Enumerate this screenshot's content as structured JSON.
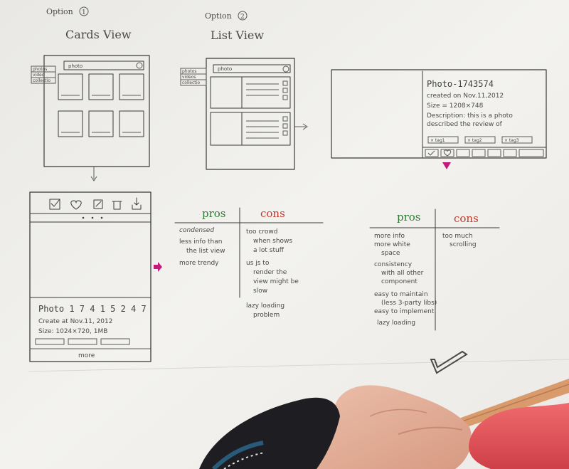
{
  "option1": {
    "label": "Option",
    "num": "1",
    "title": "Cards View",
    "search": "photo",
    "side_tabs": [
      "photos",
      "video",
      "collectio"
    ],
    "detail": {
      "name": "Photo 1 7 4 1 5 2 4 7",
      "created": "Create at Nov.11, 2012",
      "size": "Size: 1024×720, 1MB",
      "more": "more"
    }
  },
  "option2": {
    "label": "Option",
    "num": "2",
    "title": "List View",
    "search": "photo",
    "side_tabs": [
      "photos",
      "videos",
      "collectio"
    ]
  },
  "preview": {
    "name": "Photo-1743574",
    "created": "created on Nov.11,2012",
    "size": "Size = 1208×748",
    "desc1": "Description: this is a photo",
    "desc2": "described the review of",
    "tags": [
      "× tag1",
      "× tag2",
      "× tag3"
    ]
  },
  "table1": {
    "pros_title": "pros",
    "cons_title": "cons",
    "pros": [
      "condensed",
      "less info than",
      "the list view",
      "more trendy"
    ],
    "cons": [
      "too crowd",
      "when shows",
      "a lot stuff",
      "us js to",
      "render the",
      "view might be",
      "slow",
      "lazy loading",
      "problem"
    ]
  },
  "table2": {
    "pros_title": "pros",
    "cons_title": "cons",
    "pros": [
      "more info",
      "more white",
      "space",
      "consistency",
      "with all other",
      "component",
      "easy to maintain",
      "(less 3-party libs)",
      "easy to implement",
      "lazy loading"
    ],
    "cons": [
      "too much",
      "scrolling"
    ]
  },
  "colors": {
    "paper": "#f0efec",
    "ink": "#3a3a38",
    "pros_green": "#2f7a34",
    "cons_red": "#c1392b",
    "arrow_magenta": "#c4197a",
    "eraser_red": "#e8545a",
    "pencil": "#d99b6c",
    "skin": "#e4b29b"
  }
}
